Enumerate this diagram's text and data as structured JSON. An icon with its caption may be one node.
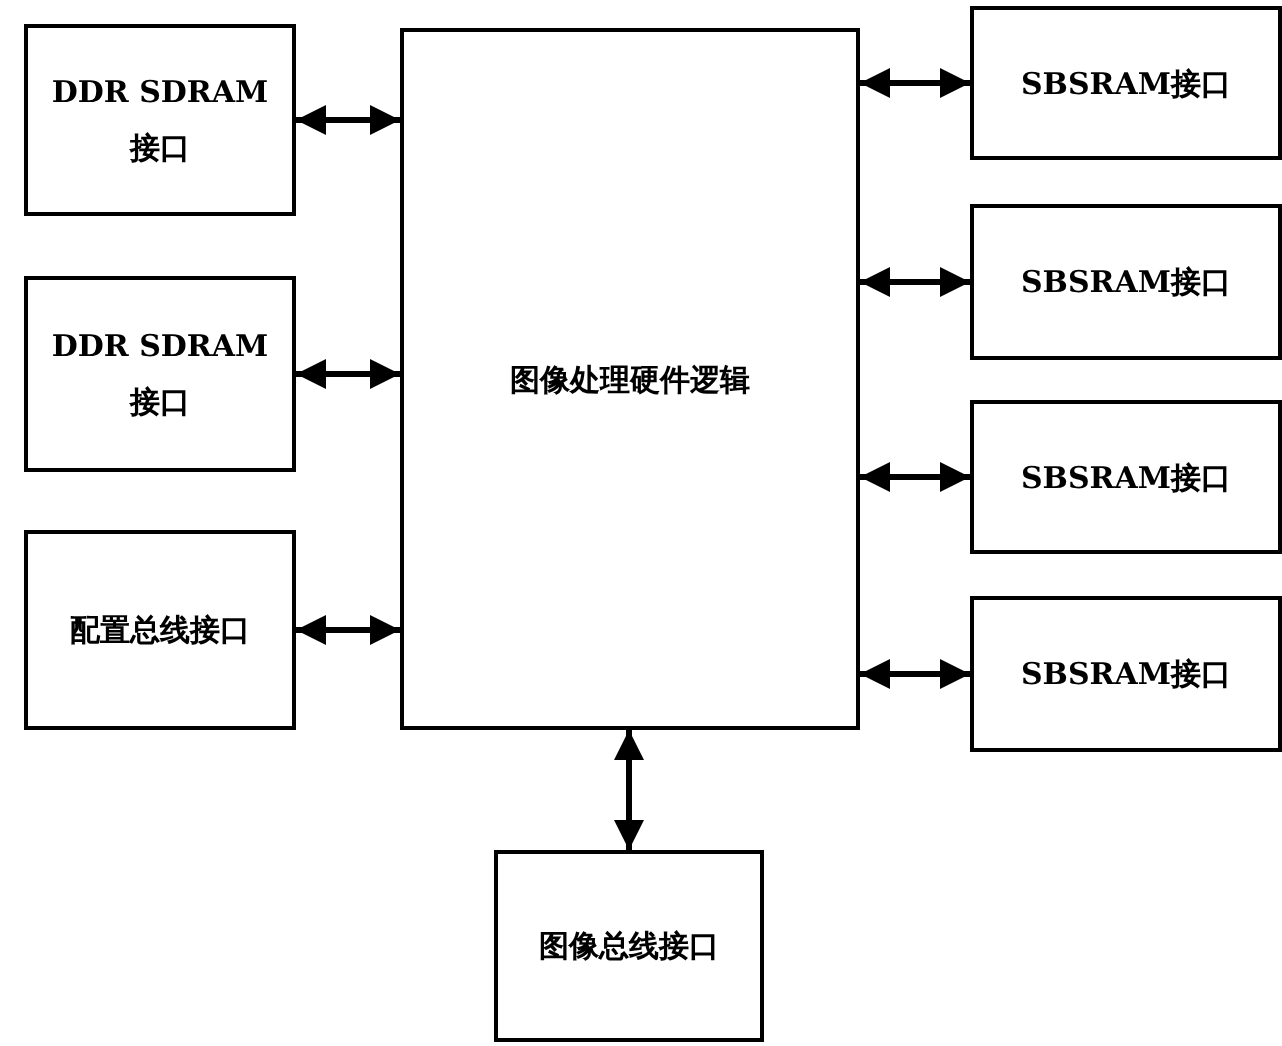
{
  "diagram": {
    "nodes": [
      {
        "text": [
          "DDR SDRAM 接口"
        ]
      },
      {
        "text": [
          "DDR SDRAM 接口"
        ]
      },
      {
        "text": [
          "配置总线接口"
        ]
      },
      {
        "text": [
          "图像处理硬件逻辑"
        ]
      },
      {
        "text": [
          "SBSRAM接口"
        ]
      },
      {
        "text": [
          "SBSRAM接口"
        ]
      },
      {
        "text": [
          "SBSRAM接口"
        ]
      },
      {
        "text": [
          "SBSRAM接口"
        ]
      },
      {
        "text": [
          "图像总线接口"
        ]
      }
    ],
    "edges": [
      {
        "from": 0,
        "to": 3,
        "arrow": "both"
      },
      {
        "from": 1,
        "to": 3,
        "arrow": "both"
      },
      {
        "from": 2,
        "to": 3,
        "arrow": "both"
      },
      {
        "from": 3,
        "to": 4,
        "arrow": "both"
      },
      {
        "from": 3,
        "to": 5,
        "arrow": "both"
      },
      {
        "from": 3,
        "to": 6,
        "arrow": "both"
      },
      {
        "from": 3,
        "to": 7,
        "arrow": "both"
      },
      {
        "from": 3,
        "to": 8,
        "arrow": "both"
      }
    ]
  }
}
